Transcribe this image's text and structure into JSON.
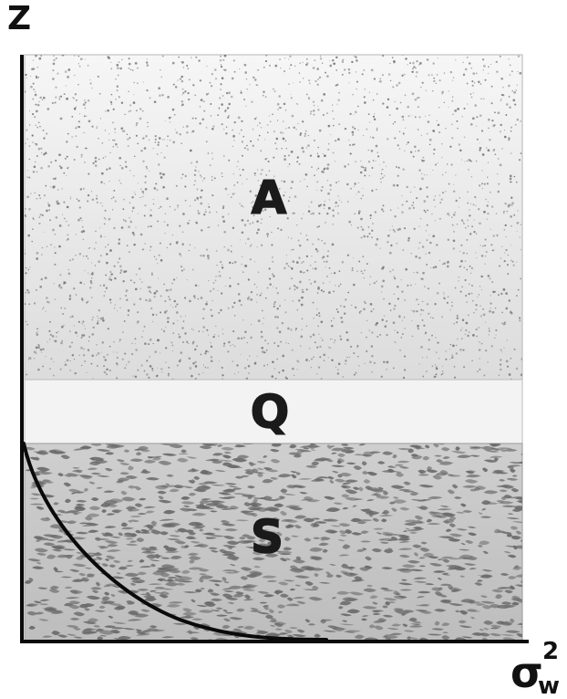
{
  "axes": {
    "y_label": "Z",
    "x_label_symbol": "σ",
    "x_label_subscript": "w",
    "x_label_superscript": "2"
  },
  "layers": [
    {
      "id": "air",
      "label": "A",
      "fill": "#e4e4e4",
      "texture": "fine-dots"
    },
    {
      "id": "transition",
      "label": "Q",
      "fill": "#f2f2f2",
      "texture": "none"
    },
    {
      "id": "sediment",
      "label": "S",
      "fill": "#c4c4c4",
      "texture": "coarse-flakes"
    }
  ],
  "colors": {
    "axis": "#0a0a0a",
    "curve": "#0a0a0a",
    "dots": "#777777",
    "flakes": "#6a6a6a",
    "frame": "#9a9a9a"
  },
  "curve": {
    "description_shape": "decreasing convex curve within S layer"
  }
}
